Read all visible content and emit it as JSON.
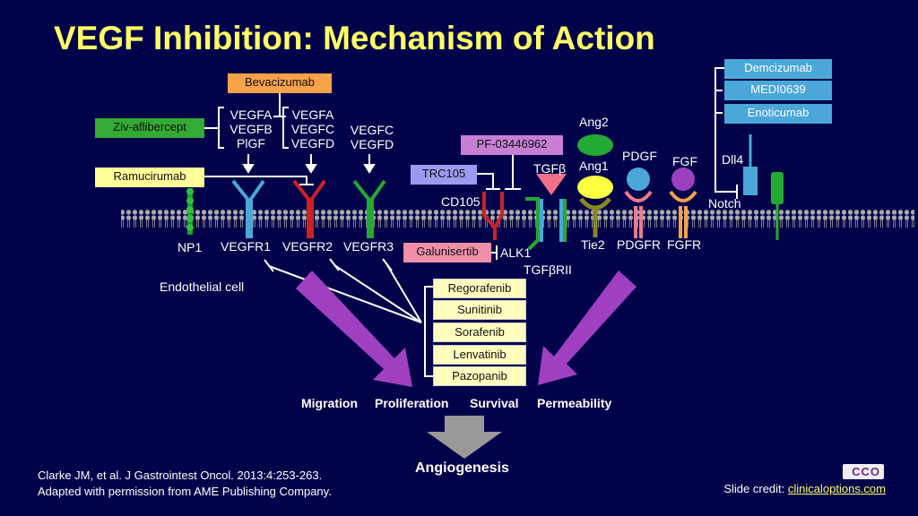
{
  "title": "VEGF Inhibition: Mechanism of Action",
  "drugs": {
    "bevacizumab": "Bevacizumab",
    "ziv_aflibercept": "Ziv-aflibercept",
    "ramucirumab": "Ramucirumab",
    "pf": "PF-03446962",
    "trc105": "TRC105",
    "galunisertib": "Galunisertib",
    "demcizumab": "Demcizumab",
    "medi0639": "MEDI0639",
    "enoticumab": "Enoticumab",
    "tki": [
      "Regorafenib",
      "Sunitinib",
      "Sorafenib",
      "Lenvatinib",
      "Pazopanib"
    ]
  },
  "ligands": {
    "group1": [
      "VEGFA",
      "VEGFB",
      "PlGF"
    ],
    "group2": [
      "VEGFA",
      "VEGFC",
      "VEGFD"
    ],
    "group3": [
      "VEGFC",
      "VEGFD"
    ],
    "ang2": "Ang2",
    "ang1": "Ang1",
    "tgfb": "TGFβ",
    "pdgf": "PDGF",
    "fgf": "FGF",
    "dll4": "Dll4"
  },
  "receptors": {
    "np1": "NP1",
    "vegfr1": "VEGFR1",
    "vegfr2": "VEGFR2",
    "vegfr3": "VEGFR3",
    "cd105": "CD105",
    "alk1": "ALK1",
    "tgfbrii": "TGFβRII",
    "tie2": "Tie2",
    "pdgfr": "PDGFR",
    "fgfr": "FGFR",
    "notch": "Notch"
  },
  "cell_label": "Endothelial cell",
  "outcomes": [
    "Migration",
    "Proliferation",
    "Survival",
    "Permeability"
  ],
  "result": "Angiogenesis",
  "citation": {
    "line1": "Clarke JM, et al. J Gastrointest Oncol. 2013:4:253-263.",
    "line2": "Adapted with permission from AME Publishing Company."
  },
  "credit": {
    "prefix": "Slide credit: ",
    "link": "clinicaloptions.com"
  },
  "logo": "CCO",
  "colors": {
    "background": "#02024a",
    "title": "#ffff66",
    "vegfr1": "#4aa7d8",
    "vegfr2": "#cc2222",
    "vegfr3": "#22aa33",
    "arrow": "#a040c0"
  }
}
